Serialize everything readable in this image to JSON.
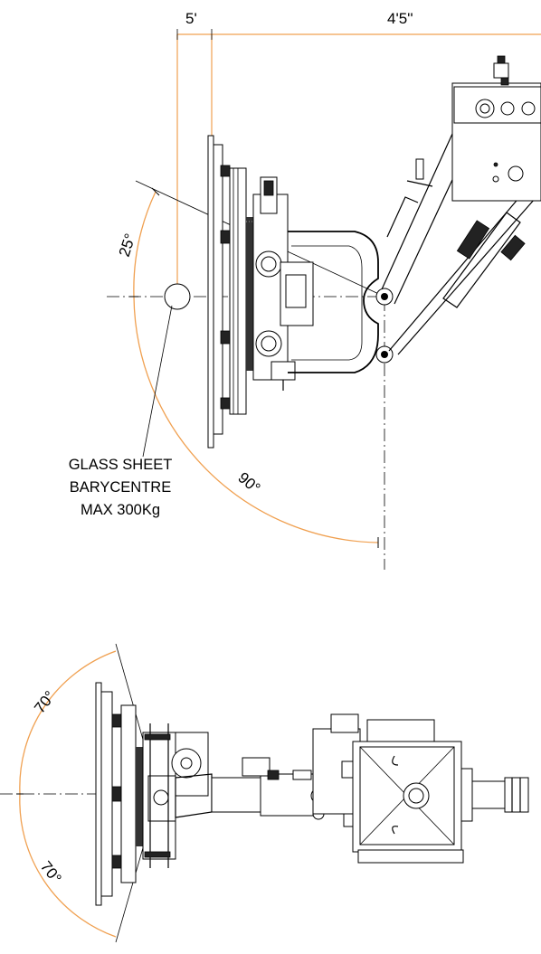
{
  "dimensions": {
    "offset_label": "5'",
    "reach_label": "4'5''"
  },
  "top_view": {
    "angle_small": "25°",
    "angle_large": "90°",
    "note_lines": [
      "GLASS SHEET",
      "BARYCENTRE",
      "MAX 300Kg"
    ]
  },
  "bottom_view": {
    "angle_top": "70°",
    "angle_bottom": "70°"
  },
  "colors": {
    "dimension_line": "#f0a050",
    "drawing_line": "#000000"
  },
  "icons": [
    "dimension-arrow-icon"
  ]
}
